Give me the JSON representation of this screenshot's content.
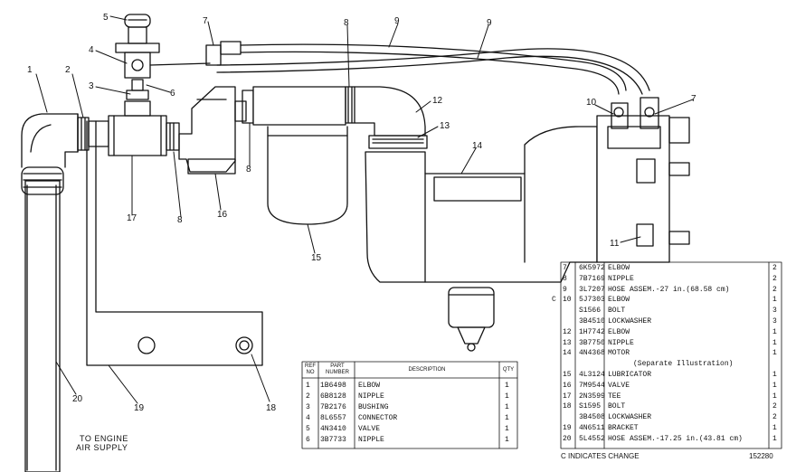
{
  "callouts": [
    "1",
    "2",
    "3",
    "4",
    "5",
    "6",
    "7",
    "7",
    "8",
    "8",
    "8",
    "9",
    "9",
    "10",
    "11",
    "12",
    "13",
    "14",
    "15",
    "16",
    "17",
    "18",
    "19",
    "20"
  ],
  "note_air": [
    "TO ENGINE",
    "AIR SUPPLY"
  ],
  "left_table": {
    "headers": {
      "ref": "REF NO",
      "part": "PART NUMBER",
      "desc": "DESCRIPTION",
      "qty": "QTY"
    },
    "rows": [
      {
        "ref": "1",
        "part": "1B6498",
        "desc": "ELBOW",
        "qty": "1"
      },
      {
        "ref": "2",
        "part": "6B8128",
        "desc": "NIPPLE",
        "qty": "1"
      },
      {
        "ref": "3",
        "part": "7B2176",
        "desc": "BUSHING",
        "qty": "1"
      },
      {
        "ref": "4",
        "part": "8L6557",
        "desc": "CONNECTOR",
        "qty": "1"
      },
      {
        "ref": "5",
        "part": "4N3410",
        "desc": "VALVE",
        "qty": "1"
      },
      {
        "ref": "6",
        "part": "3B7733",
        "desc": "NIPPLE",
        "qty": "1"
      }
    ]
  },
  "right_table": {
    "rows": [
      {
        "mark": "",
        "ref": "7",
        "part": "6K5972",
        "desc": "ELBOW",
        "qty": "2"
      },
      {
        "mark": "",
        "ref": "8",
        "part": "7B7169",
        "desc": "NIPPLE",
        "qty": "2"
      },
      {
        "mark": "",
        "ref": "9",
        "part": "3L7207",
        "desc": "HOSE ASSEM.-27 in.(68.58 cm)",
        "qty": "2"
      },
      {
        "mark": "C",
        "ref": "10",
        "part": "5J7303",
        "desc": "ELBOW",
        "qty": "1"
      },
      {
        "mark": "",
        "ref": "",
        "part": "S1566",
        "desc": "BOLT",
        "qty": "3"
      },
      {
        "mark": "",
        "ref": "",
        "part": "3B4510",
        "desc": "LOCKWASHER",
        "qty": "3"
      },
      {
        "mark": "",
        "ref": "12",
        "part": "1H7742",
        "desc": "ELBOW",
        "qty": "1"
      },
      {
        "mark": "",
        "ref": "13",
        "part": "3B7750",
        "desc": "NIPPLE",
        "qty": "1"
      },
      {
        "mark": "",
        "ref": "14",
        "part": "4N4368",
        "desc": "MOTOR",
        "qty": "1"
      },
      {
        "mark": "",
        "ref": "",
        "part": "",
        "desc": "(Separate Illustration)",
        "qty": ""
      },
      {
        "mark": "",
        "ref": "15",
        "part": "4L3124",
        "desc": "LUBRICATOR",
        "qty": "1"
      },
      {
        "mark": "",
        "ref": "16",
        "part": "7M9544",
        "desc": "VALVE",
        "qty": "1"
      },
      {
        "mark": "",
        "ref": "17",
        "part": "2N3599",
        "desc": "TEE",
        "qty": "1"
      },
      {
        "mark": "",
        "ref": "18",
        "part": "S1595",
        "desc": "BOLT",
        "qty": "2"
      },
      {
        "mark": "",
        "ref": "",
        "part": "3B4508",
        "desc": "LOCKWASHER",
        "qty": "2"
      },
      {
        "mark": "",
        "ref": "19",
        "part": "4N6511",
        "desc": "BRACKET",
        "qty": "1"
      },
      {
        "mark": "",
        "ref": "20",
        "part": "5L4552",
        "desc": "HOSE ASSEM.-17.25 in.(43.81 cm)",
        "qty": "1"
      }
    ]
  },
  "footer": {
    "left": "C INDICATES CHANGE",
    "right": "152280"
  }
}
